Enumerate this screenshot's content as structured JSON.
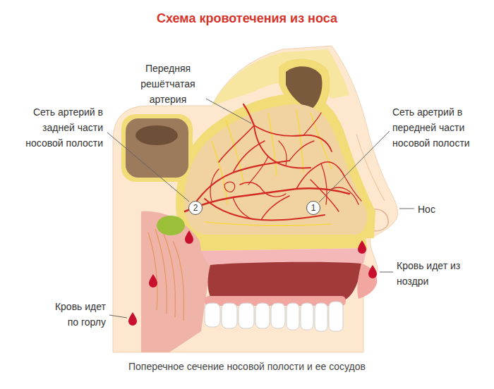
{
  "diagram": {
    "title": "Схема кровотечения из носа",
    "caption": "Поперечное сечение носовой полости и ее сосудов",
    "nodes": [
      {
        "text": [
          "2"
        ]
      },
      {
        "text": [
          "1"
        ]
      }
    ],
    "labels": [
      "Передняя решётчатая артерия",
      "Сеть артерий в задней части носовой полости",
      "Сеть аретрий в передней части носовой полости",
      "Нос",
      "Кровь идет из ноздри",
      "Кровь идет по горлу"
    ]
  }
}
